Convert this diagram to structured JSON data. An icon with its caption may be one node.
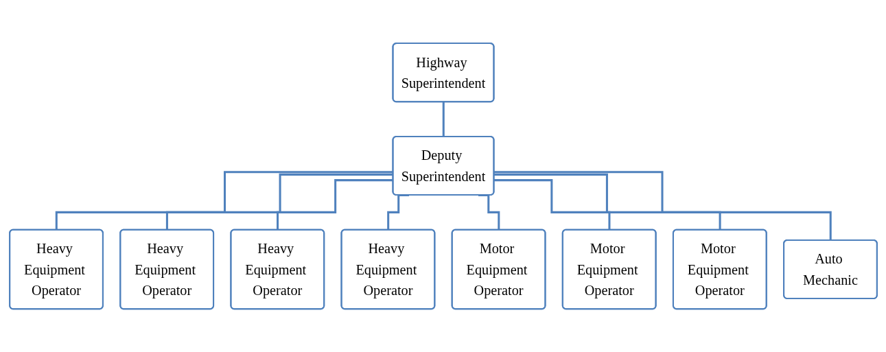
{
  "diagram": {
    "nodes": [
      {
        "text": [
          "Highway Superintendent"
        ]
      },
      {
        "text": [
          "Deputy Superintendent"
        ]
      },
      {
        "text": [
          "Heavy Equipment Operator"
        ]
      },
      {
        "text": [
          "Heavy Equipment Operator"
        ]
      },
      {
        "text": [
          "Heavy Equipment Operator"
        ]
      },
      {
        "text": [
          "Heavy Equipment Operator"
        ]
      },
      {
        "text": [
          "Motor Equipment Operator"
        ]
      },
      {
        "text": [
          "Motor Equipment Operator"
        ]
      },
      {
        "text": [
          "Motor Equipment Operator"
        ]
      },
      {
        "text": [
          "Auto Mechanic"
        ]
      }
    ],
    "edges": [
      {
        "from": 0,
        "to": 1,
        "arrow": "none"
      },
      {
        "from": 1,
        "to": 2,
        "arrow": "none"
      },
      {
        "from": 1,
        "to": 3,
        "arrow": "none"
      },
      {
        "from": 1,
        "to": 4,
        "arrow": "none"
      },
      {
        "from": 1,
        "to": 5,
        "arrow": "none"
      },
      {
        "from": 1,
        "to": 6,
        "arrow": "none"
      },
      {
        "from": 1,
        "to": 7,
        "arrow": "none"
      },
      {
        "from": 1,
        "to": 8,
        "arrow": "none"
      },
      {
        "from": 1,
        "to": 9,
        "arrow": "none"
      }
    ]
  }
}
